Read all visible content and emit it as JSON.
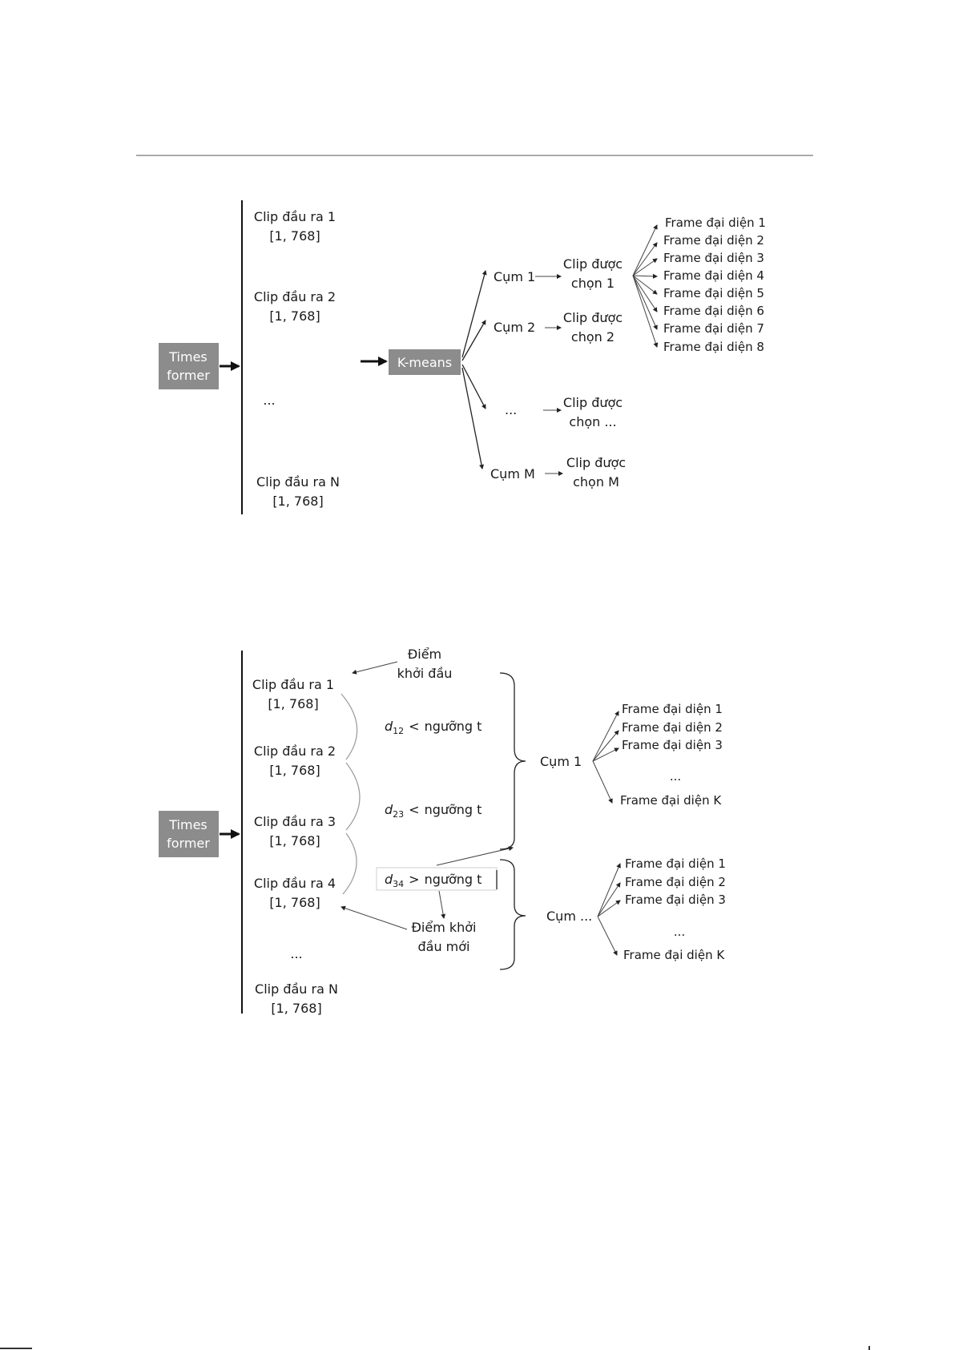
{
  "diagram1": {
    "timesformer": [
      "Times",
      "former"
    ],
    "kmeans": "K-means",
    "clips": [
      {
        "name": "Clip đầu ra 1",
        "dim": "[1, 768]"
      },
      {
        "name": "Clip đầu ra 2",
        "dim": "[1, 768]"
      },
      {
        "name": "...",
        "dim": ""
      },
      {
        "name": "Clip đầu ra N",
        "dim": "[1, 768]"
      }
    ],
    "clusters": [
      "Cụm 1",
      "Cụm 2",
      "...",
      "Cụm M"
    ],
    "selected": [
      [
        "Clip được",
        "chọn 1"
      ],
      [
        "Clip được",
        "chọn 2"
      ],
      [
        "Clip được",
        "chọn ..."
      ],
      [
        "Clip được",
        "chọn M"
      ]
    ],
    "frames": [
      "Frame đại diện 1",
      "Frame đại diện 2",
      "Frame đại diện 3",
      "Frame đại diện 4",
      "Frame đại diện 5",
      "Frame đại diện 6",
      "Frame đại diện 7",
      "Frame đại diện 8"
    ]
  },
  "diagram2": {
    "timesformer": [
      "Times",
      "former"
    ],
    "clips": [
      {
        "name": "Clip đầu ra 1",
        "dim": "[1, 768]"
      },
      {
        "name": "Clip đầu ra 2",
        "dim": "[1, 768]"
      },
      {
        "name": "Clip đầu ra 3",
        "dim": "[1, 768]"
      },
      {
        "name": "Clip đầu ra 4",
        "dim": "[1, 768]"
      },
      {
        "name": "...",
        "dim": ""
      },
      {
        "name": "Clip đầu ra N",
        "dim": "[1, 768]"
      }
    ],
    "start_point": [
      "Điểm",
      "khởi đầu"
    ],
    "new_start_point": [
      "Điểm khởi",
      "đầu mới"
    ],
    "conditions": [
      {
        "d": "d",
        "sub": "12",
        "op": "<",
        "text": "ngưỡng t"
      },
      {
        "d": "d",
        "sub": "23",
        "op": "<",
        "text": "ngưỡng t"
      },
      {
        "d": "d",
        "sub": "34",
        "op": ">",
        "text": "ngưỡng t"
      }
    ],
    "clusters": [
      "Cụm 1",
      "Cụm ..."
    ],
    "frames_a": [
      "Frame đại diện 1",
      "Frame đại diện 2",
      "Frame đại diện 3",
      "...",
      "Frame đại diện K"
    ],
    "frames_b": [
      "Frame đại diện 1",
      "Frame đại diện 2",
      "Frame đại diện 3",
      "...",
      "Frame đại diện K"
    ]
  }
}
